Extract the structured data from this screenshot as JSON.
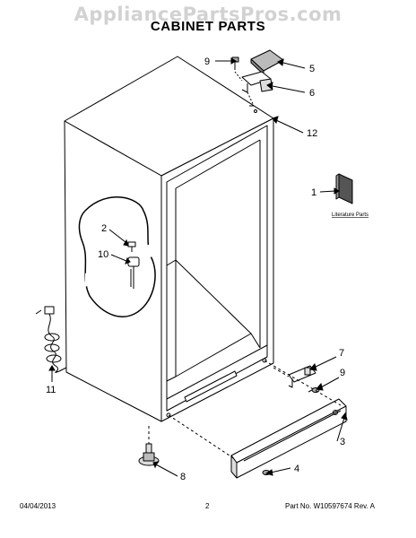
{
  "watermark": "AppliancePartsPros.com",
  "title": "CABINET PARTS",
  "callouts": {
    "c1": "1",
    "c2": "2",
    "c3": "3",
    "c4": "4",
    "c5": "5",
    "c6": "6",
    "c7": "7",
    "c8": "8",
    "c9a": "9",
    "c9b": "9",
    "c10": "10",
    "c11": "11",
    "c12": "12"
  },
  "literature_label": "Literature Parts",
  "footer": {
    "date": "04/04/2013",
    "page": "2",
    "part_number": "Part No.  W10597674  Rev. A"
  }
}
